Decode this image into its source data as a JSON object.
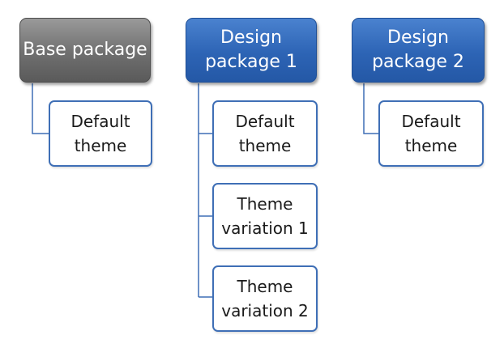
{
  "colors": {
    "gray_parent": "#6f6f6f",
    "blue_parent": "#2d64b5",
    "child_border": "#3f6fb6",
    "connector": "#3f6fb6"
  },
  "packages": [
    {
      "label": "Base package",
      "color": "gray",
      "children": [
        "Default\ntheme"
      ]
    },
    {
      "label": "Design\npackage 1",
      "color": "blue",
      "children": [
        "Default\ntheme",
        "Theme\nvariation 1",
        "Theme\nvariation 2"
      ]
    },
    {
      "label": "Design\npackage 2",
      "color": "blue",
      "children": [
        "Default\ntheme"
      ]
    }
  ]
}
